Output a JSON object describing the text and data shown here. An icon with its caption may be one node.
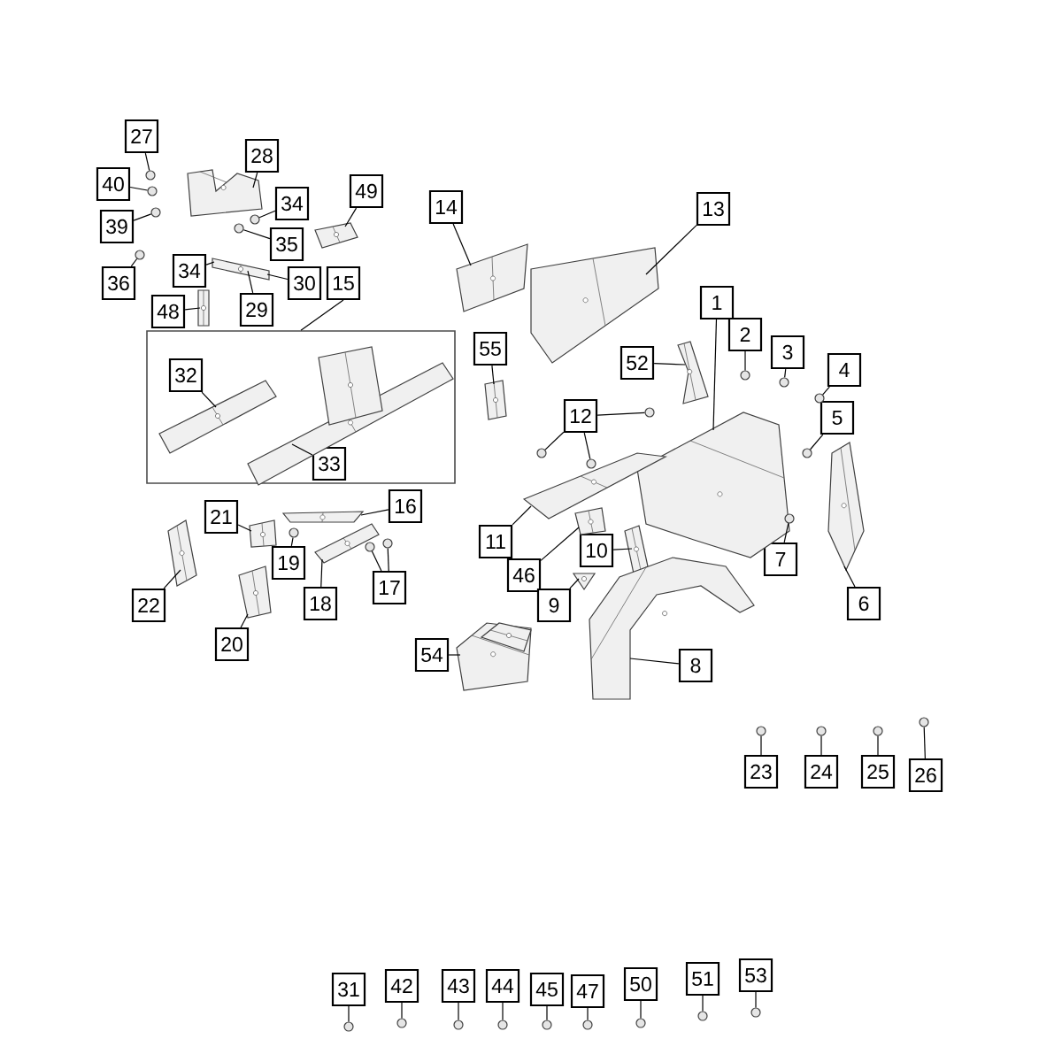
{
  "diagram": {
    "nodes": [
      {
        "text": [
          "27"
        ]
      },
      {
        "text": [
          "28"
        ]
      },
      {
        "text": [
          "40"
        ]
      },
      {
        "text": [
          "49"
        ]
      },
      {
        "text": [
          "14"
        ]
      },
      {
        "text": [
          "13"
        ]
      },
      {
        "text": [
          "34"
        ]
      },
      {
        "text": [
          "39"
        ]
      },
      {
        "text": [
          "35"
        ]
      },
      {
        "text": [
          "36"
        ]
      },
      {
        "text": [
          "34"
        ]
      },
      {
        "text": [
          "30"
        ]
      },
      {
        "text": [
          "15"
        ]
      },
      {
        "text": [
          "29"
        ]
      },
      {
        "text": [
          "48"
        ]
      },
      {
        "text": [],
        "shape": "box"
      },
      {
        "text": [
          "32"
        ],
        "in": 15
      },
      {
        "text": [
          "33"
        ],
        "in": 15
      },
      {
        "text": [
          "1"
        ]
      },
      {
        "text": [
          "2"
        ]
      },
      {
        "text": [
          "55"
        ]
      },
      {
        "text": [
          "52"
        ]
      },
      {
        "text": [
          "3"
        ]
      },
      {
        "text": [
          "4"
        ]
      },
      {
        "text": [
          "12"
        ]
      },
      {
        "text": [
          "5"
        ]
      },
      {
        "text": [
          "16"
        ]
      },
      {
        "text": [
          "21"
        ]
      },
      {
        "text": [
          "11"
        ]
      },
      {
        "text": [
          "19"
        ]
      },
      {
        "text": [
          "10"
        ]
      },
      {
        "text": [
          "7"
        ]
      },
      {
        "text": [
          "46"
        ]
      },
      {
        "text": [
          "17"
        ]
      },
      {
        "text": [
          "18"
        ]
      },
      {
        "text": [
          "22"
        ]
      },
      {
        "text": [
          "9"
        ]
      },
      {
        "text": [
          "6"
        ]
      },
      {
        "text": [
          "20"
        ]
      },
      {
        "text": [
          "54"
        ]
      },
      {
        "text": [
          "8"
        ]
      },
      {
        "text": [
          "23"
        ]
      },
      {
        "text": [
          "24"
        ]
      },
      {
        "text": [
          "25"
        ]
      },
      {
        "text": [
          "26"
        ]
      },
      {
        "text": [
          "31"
        ]
      },
      {
        "text": [
          "42"
        ]
      },
      {
        "text": [
          "43"
        ]
      },
      {
        "text": [
          "44"
        ]
      },
      {
        "text": [
          "45"
        ]
      },
      {
        "text": [
          "47"
        ]
      },
      {
        "text": [
          "50"
        ]
      },
      {
        "text": [
          "51"
        ]
      },
      {
        "text": [
          "53"
        ]
      },
      {
        "text": [],
        "shape": "circle"
      },
      {
        "text": [],
        "shape": "picture"
      },
      {
        "text": [],
        "shape": "circle"
      },
      {
        "text": [],
        "shape": "picture"
      },
      {
        "text": [],
        "shape": "picture"
      },
      {
        "text": [],
        "shape": "picture"
      },
      {
        "text": [],
        "shape": "circle"
      },
      {
        "text": [],
        "shape": "circle"
      },
      {
        "text": [],
        "shape": "circle"
      },
      {
        "text": [],
        "shape": "circle"
      },
      {
        "text": [],
        "shape": "picture"
      },
      {
        "text": [],
        "shape": "picture"
      },
      {
        "text": [],
        "shape": "picture",
        "in": 15
      },
      {
        "text": [],
        "shape": "picture",
        "in": 15
      },
      {
        "text": [],
        "shape": "picture"
      },
      {
        "text": [],
        "shape": "circle"
      },
      {
        "text": [],
        "shape": "picture"
      },
      {
        "text": [],
        "shape": "picture"
      },
      {
        "text": [],
        "shape": "circle"
      },
      {
        "text": [],
        "shape": "circle"
      },
      {
        "text": [],
        "shape": "circle"
      },
      {
        "text": [],
        "shape": "circle"
      },
      {
        "text": [],
        "shape": "circle"
      },
      {
        "text": [],
        "shape": "circle"
      },
      {
        "text": [],
        "shape": "picture"
      },
      {
        "text": [],
        "shape": "picture"
      },
      {
        "text": [],
        "shape": "picture"
      },
      {
        "text": [],
        "shape": "circle"
      },
      {
        "text": [],
        "shape": "picture"
      },
      {
        "text": [],
        "shape": "circle"
      },
      {
        "text": [],
        "shape": "picture"
      },
      {
        "text": [],
        "shape": "circle"
      },
      {
        "text": [],
        "shape": "circle"
      },
      {
        "text": [],
        "shape": "picture"
      },
      {
        "text": [],
        "shape": "picture"
      },
      {
        "text": [],
        "shape": "picture"
      },
      {
        "text": [],
        "shape": "picture"
      },
      {
        "text": [],
        "shape": "picture"
      },
      {
        "text": [],
        "shape": "picture"
      },
      {
        "text": [],
        "shape": "picture"
      },
      {
        "text": [],
        "shape": "circle"
      },
      {
        "text": [],
        "shape": "circle"
      },
      {
        "text": [],
        "shape": "circle"
      },
      {
        "text": [],
        "shape": "circle"
      },
      {
        "text": [],
        "shape": "circle"
      },
      {
        "text": [],
        "shape": "circle"
      },
      {
        "text": [],
        "shape": "circle"
      },
      {
        "text": [],
        "shape": "circle"
      },
      {
        "text": [],
        "shape": "circle"
      },
      {
        "text": [],
        "shape": "circle"
      },
      {
        "text": [],
        "shape": "circle"
      },
      {
        "text": [],
        "shape": "circle"
      },
      {
        "text": [],
        "shape": "circle"
      }
    ],
    "edges": [
      {
        "from": 0,
        "to": 54,
        "arrow": "none"
      },
      {
        "from": 1,
        "to": 55,
        "arrow": "none"
      },
      {
        "from": 2,
        "to": 56,
        "arrow": "none"
      },
      {
        "from": 3,
        "to": 57,
        "arrow": "none"
      },
      {
        "from": 4,
        "to": 58,
        "arrow": "none"
      },
      {
        "from": 5,
        "to": 59,
        "arrow": "none"
      },
      {
        "from": 6,
        "to": 60,
        "arrow": "none"
      },
      {
        "from": 7,
        "to": 61,
        "arrow": "none"
      },
      {
        "from": 8,
        "to": 62,
        "arrow": "none"
      },
      {
        "from": 9,
        "to": 63,
        "arrow": "none"
      },
      {
        "from": 10,
        "to": 64,
        "arrow": "none"
      },
      {
        "from": 11,
        "to": 64,
        "arrow": "none"
      },
      {
        "from": 12,
        "to": 15,
        "arrow": "none"
      },
      {
        "from": 13,
        "to": 64,
        "arrow": "none"
      },
      {
        "from": 14,
        "to": 65,
        "arrow": "none"
      },
      {
        "from": 16,
        "to": 66,
        "arrow": "none"
      },
      {
        "from": 17,
        "to": 67,
        "arrow": "none"
      },
      {
        "from": 18,
        "to": 68,
        "arrow": "none"
      },
      {
        "from": 19,
        "to": 69,
        "arrow": "none"
      },
      {
        "from": 20,
        "to": 70,
        "arrow": "none"
      },
      {
        "from": 21,
        "to": 71,
        "arrow": "none"
      },
      {
        "from": 22,
        "to": 72,
        "arrow": "none"
      },
      {
        "from": 23,
        "to": 73,
        "arrow": "none"
      },
      {
        "from": 24,
        "to": 74,
        "arrow": "none"
      },
      {
        "from": 24,
        "to": 75,
        "arrow": "none"
      },
      {
        "from": 24,
        "to": 76,
        "arrow": "none"
      },
      {
        "from": 25,
        "to": 77,
        "arrow": "none"
      },
      {
        "from": 26,
        "to": 78,
        "arrow": "none"
      },
      {
        "from": 27,
        "to": 79,
        "arrow": "none"
      },
      {
        "from": 28,
        "to": 80,
        "arrow": "none"
      },
      {
        "from": 29,
        "to": 81,
        "arrow": "none"
      },
      {
        "from": 30,
        "to": 82,
        "arrow": "none"
      },
      {
        "from": 31,
        "to": 83,
        "arrow": "none"
      },
      {
        "from": 32,
        "to": 84,
        "arrow": "none"
      },
      {
        "from": 33,
        "to": 85,
        "arrow": "none"
      },
      {
        "from": 33,
        "to": 86,
        "arrow": "none"
      },
      {
        "from": 34,
        "to": 87,
        "arrow": "none"
      },
      {
        "from": 35,
        "to": 88,
        "arrow": "none"
      },
      {
        "from": 36,
        "to": 89,
        "arrow": "none"
      },
      {
        "from": 37,
        "to": 90,
        "arrow": "none"
      },
      {
        "from": 38,
        "to": 91,
        "arrow": "none"
      },
      {
        "from": 39,
        "to": 92,
        "arrow": "none"
      },
      {
        "from": 40,
        "to": 93,
        "arrow": "none"
      },
      {
        "from": 41,
        "to": 94,
        "arrow": "none"
      },
      {
        "from": 42,
        "to": 95,
        "arrow": "none"
      },
      {
        "from": 43,
        "to": 96,
        "arrow": "none"
      },
      {
        "from": 44,
        "to": 97,
        "arrow": "none"
      },
      {
        "from": 45,
        "to": 98,
        "arrow": "none"
      },
      {
        "from": 46,
        "to": 99,
        "arrow": "none"
      },
      {
        "from": 47,
        "to": 100,
        "arrow": "none"
      },
      {
        "from": 48,
        "to": 101,
        "arrow": "none"
      },
      {
        "from": 49,
        "to": 102,
        "arrow": "none"
      },
      {
        "from": 50,
        "to": 103,
        "arrow": "none"
      },
      {
        "from": 51,
        "to": 104,
        "arrow": "none"
      },
      {
        "from": 52,
        "to": 105,
        "arrow": "none"
      },
      {
        "from": 53,
        "to": 106,
        "arrow": "none"
      }
    ]
  }
}
